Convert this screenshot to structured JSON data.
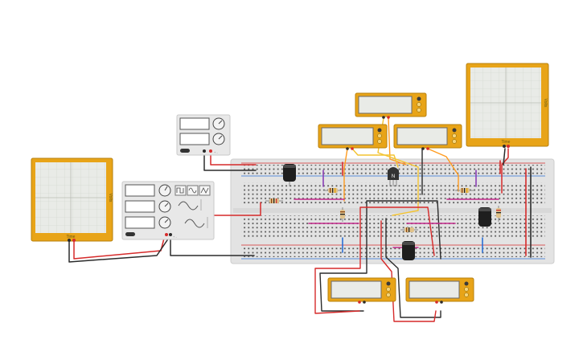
{
  "app": {
    "scene": "breadboard circuit simulation"
  },
  "instruments": {
    "oscilloscope_left": {
      "vertical_label": "Volts",
      "bottom_label": "Time"
    },
    "oscilloscope_right": {
      "vertical_label": "Volts",
      "bottom_label": "Time"
    },
    "function_generator": {
      "output_label": "+ -"
    },
    "power_supply": {
      "output_label": "+ -"
    },
    "multimeters": [
      {
        "name": "multimeter-top-center"
      },
      {
        "name": "multimeter-upper-left"
      },
      {
        "name": "multimeter-upper-right"
      },
      {
        "name": "multimeter-bottom-left"
      },
      {
        "name": "multimeter-bottom-right"
      }
    ]
  },
  "components": {
    "transistor_label": "N"
  },
  "colors": {
    "instrument_frame": "#e8a418",
    "instrument_frame_dark": "#b7800e",
    "screen": "#e9ebe7",
    "grid": "#cfd3cc",
    "breadboard": "#e3e3e3",
    "rail_red": "#d42b2b",
    "rail_blue": "#2a6fd6",
    "wire_red": "#d62a2a",
    "wire_black": "#2b2b2b",
    "wire_orange": "#ff9b1f",
    "wire_yellow": "#f4c431",
    "wire_purple": "#8a3fb5",
    "wire_magenta": "#c42a8c",
    "capacitor": "#1e1e1e",
    "panel": "#e8e8e8"
  }
}
